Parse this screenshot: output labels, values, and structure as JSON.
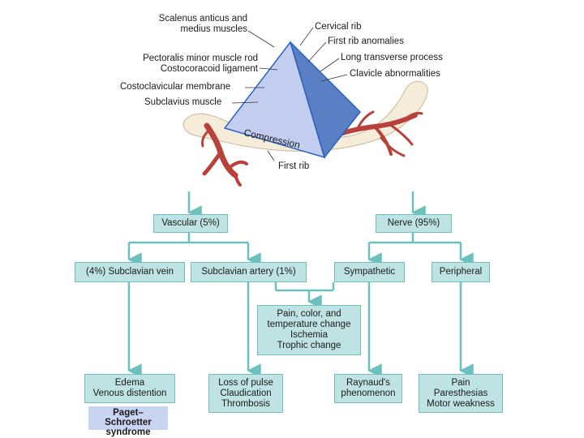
{
  "anatomy_labels": {
    "scalenus": [
      "Scalenus anticus and",
      "medius muscles"
    ],
    "pectoralis": [
      "Pectoralis minor muscle rod",
      "Costocoracoid ligament"
    ],
    "costoclavicular": "Costoclavicular membrane",
    "subclavius": "Subclavius muscle",
    "cervical_rib": "Cervical rib",
    "first_rib_anomalies": "First rib anomalies",
    "long_transverse": "Long transverse process",
    "clavicle_abnormalities": "Clavicle abnormalities",
    "compression": "Compression",
    "first_rib": "First rib"
  },
  "flowchart": {
    "vascular": "Vascular (5%)",
    "nerve": "Nerve (95%)",
    "subclavian_vein": "(4%) Subclavian vein",
    "subclavian_artery": "Subclavian artery (1%)",
    "sympathetic": "Sympathetic",
    "peripheral": "Peripheral",
    "shared_symptoms": [
      "Pain, color, and",
      "temperature change",
      "Ischemia",
      "Trophic change"
    ],
    "vein_symptoms": [
      "Edema",
      "Venous distention"
    ],
    "artery_symptoms": [
      "Loss of pulse",
      "Claudication",
      "Thrombosis"
    ],
    "sympathetic_symptoms": [
      "Raynaud's",
      "phenomenon"
    ],
    "peripheral_symptoms": [
      "Pain",
      "Paresthesias",
      "Motor weakness"
    ],
    "syndrome": [
      "Paget–Schroetter",
      "syndrome"
    ]
  },
  "colors": {
    "box_fill": "#bfe3e3",
    "box_border": "#6cc0bd",
    "connector": "#6cc0bd",
    "pyramid_front": "#c3cdf0",
    "pyramid_side": "#5a7fc4",
    "vessel": "#b8413a",
    "bone": "#f5ecd9",
    "syndrome_fill": "#c9d4f2"
  }
}
